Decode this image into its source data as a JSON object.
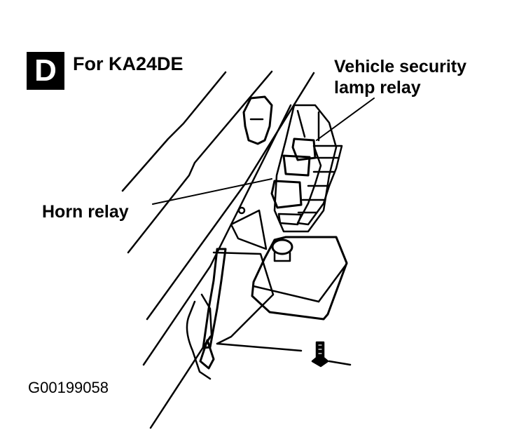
{
  "section": {
    "letter": "D",
    "title": "For KA24DE"
  },
  "callouts": {
    "security_relay_line1": "Vehicle security",
    "security_relay_line2": "lamp relay",
    "horn_relay": "Horn relay"
  },
  "figure_id": "G00199058",
  "colors": {
    "ink": "#000000",
    "paper": "#ffffff"
  }
}
